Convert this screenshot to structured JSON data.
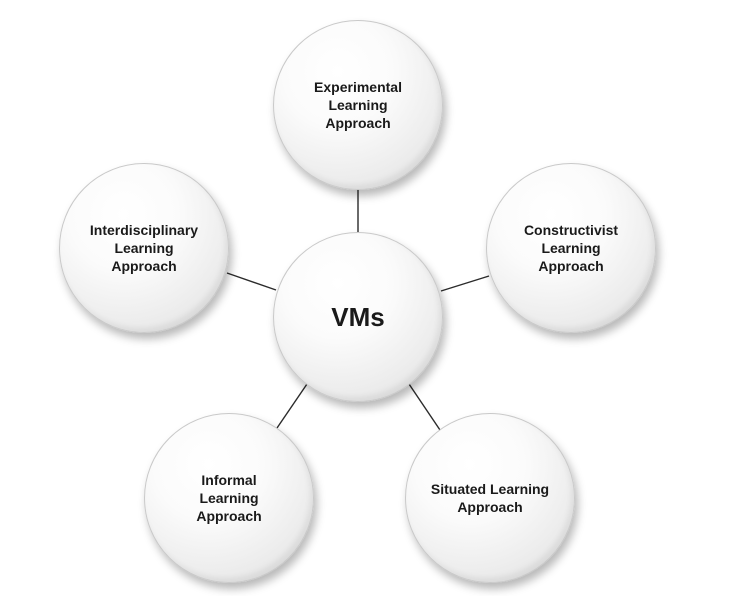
{
  "diagram": {
    "center": {
      "label": "VMs"
    },
    "nodes": [
      {
        "id": "top",
        "label": "Experimental\nLearning\nApproach"
      },
      {
        "id": "right",
        "label": "Constructivist\nLearning\nApproach"
      },
      {
        "id": "bottom-right",
        "label": "Situated Learning\nApproach"
      },
      {
        "id": "bottom-left",
        "label": "Informal\nLearning\nApproach"
      },
      {
        "id": "left",
        "label": "Interdisciplinary\nLearning\nApproach"
      }
    ],
    "colors": {
      "connector": "#2b2b2b",
      "text": "#1a1a1a"
    }
  }
}
